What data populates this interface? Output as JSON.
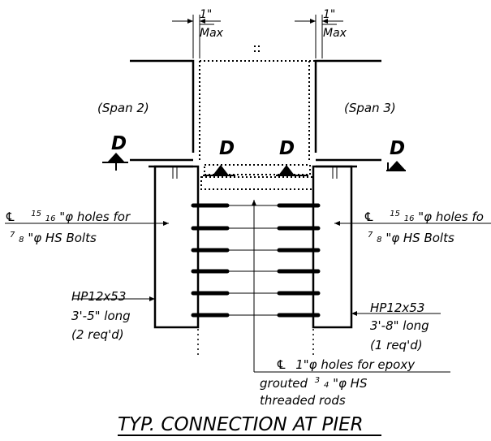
{
  "dimensions": {
    "left_gap": "1\"",
    "left_gap_unit": "Max",
    "right_gap": "1\"",
    "right_gap_unit": "Max"
  },
  "spans": {
    "left": "(Span 2)",
    "right": "(Span 3)"
  },
  "section_marks": [
    "D",
    "D",
    "D",
    "D"
  ],
  "left_notes": {
    "holes_pre": "℄",
    "holes_num": "15",
    "holes_den": "16",
    "holes_text": "\"φ holes for",
    "bolts_num": "7",
    "bolts_den": "8",
    "bolts_text": "\"φ HS Bolts",
    "pile_size": "HP12x53",
    "pile_length": "3'-5\" long",
    "pile_qty": "(2 req'd)"
  },
  "right_notes": {
    "holes_pre": "℄",
    "holes_num": "15",
    "holes_den": "16",
    "holes_text": "\"φ holes fo",
    "bolts_num": "7",
    "bolts_den": "8",
    "bolts_text": "\"φ HS Bolts",
    "pile_size": "HP12x53",
    "pile_length": "3'-8\" long",
    "pile_qty": "(1 req'd)"
  },
  "rod_note": {
    "line1_pre": "℄",
    "line1_text": "1\"φ holes for epoxy",
    "line2_pre": "grouted",
    "line2_num": "3",
    "line2_den": "4",
    "line2_text": "\"φ HS",
    "line3": "threaded rods"
  },
  "title": "TYP. CONNECTION AT PIER"
}
